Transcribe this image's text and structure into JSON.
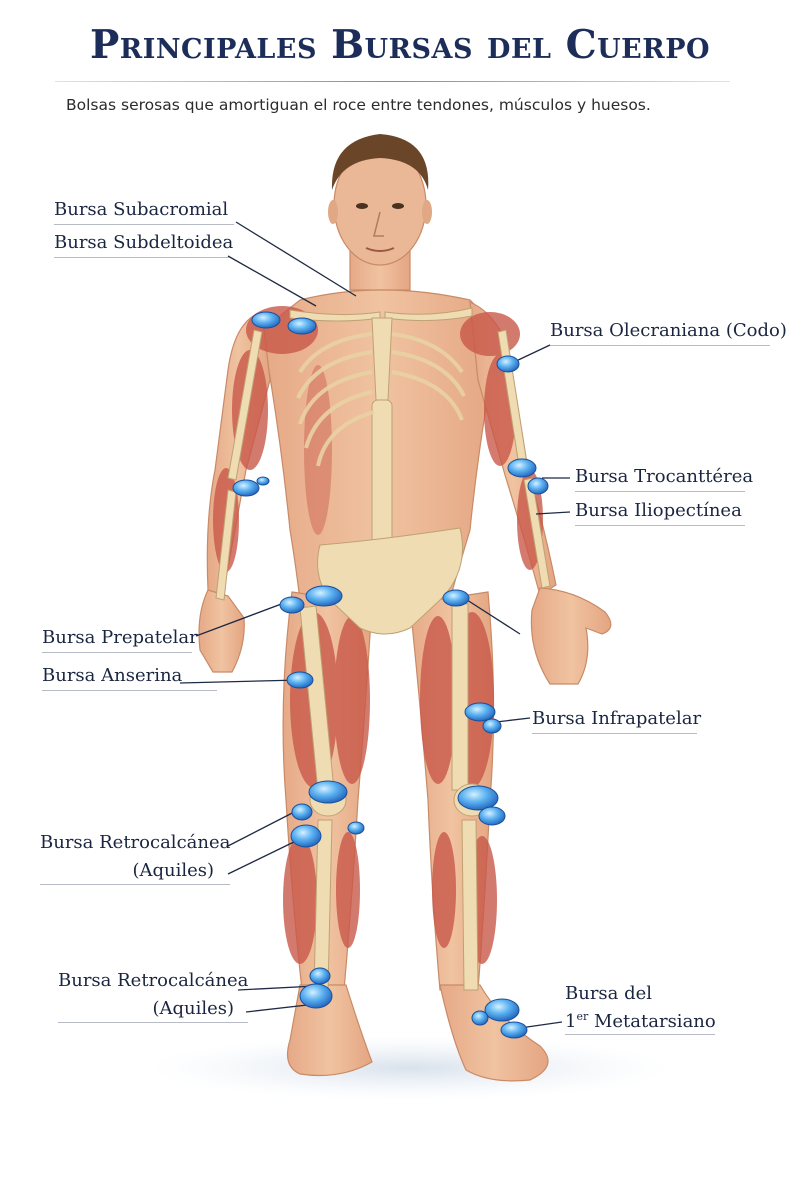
{
  "title": "Principales Bursas del Cuerpo",
  "subtitle": "Bolsas serosas que amortiguan el roce entre tendones, músculos y huesos.",
  "labels": [
    {
      "id": "subacromial",
      "text": "Bursa Subacromial"
    },
    {
      "id": "subdeltoidea",
      "text": "Bursa Subdeltoidea"
    },
    {
      "id": "olecraniana",
      "text": "Bursa Olecraniana (Codo)"
    },
    {
      "id": "trocanterea",
      "text": "Bursa Trocanttérea"
    },
    {
      "id": "iliopectinea",
      "text": "Bursa Iliopectínea"
    },
    {
      "id": "prepatelar",
      "text": "Bursa Prepatelar"
    },
    {
      "id": "anserina",
      "text": "Bursa Anserina"
    },
    {
      "id": "infrapatelar",
      "text": "Bursa Infrapatelar"
    },
    {
      "id": "retro-1",
      "text": "Bursa Retrocalcánea",
      "text2": "(Aquiles)"
    },
    {
      "id": "retro-2",
      "text": "Bursa Retrocalcánea",
      "text2": "(Aquiles)"
    },
    {
      "id": "metatarsiano",
      "text": "Bursa del",
      "text2_num": "1",
      "text2_sup": "er",
      "text2_rest": " Metatarsiano"
    }
  ],
  "colors": {
    "title": "#1c2d5a",
    "skin": "#e8b08a",
    "muscle": "#c9594a",
    "bone": "#efdcb2",
    "bursa": "#4aa3ee",
    "hair": "#6a4527"
  }
}
